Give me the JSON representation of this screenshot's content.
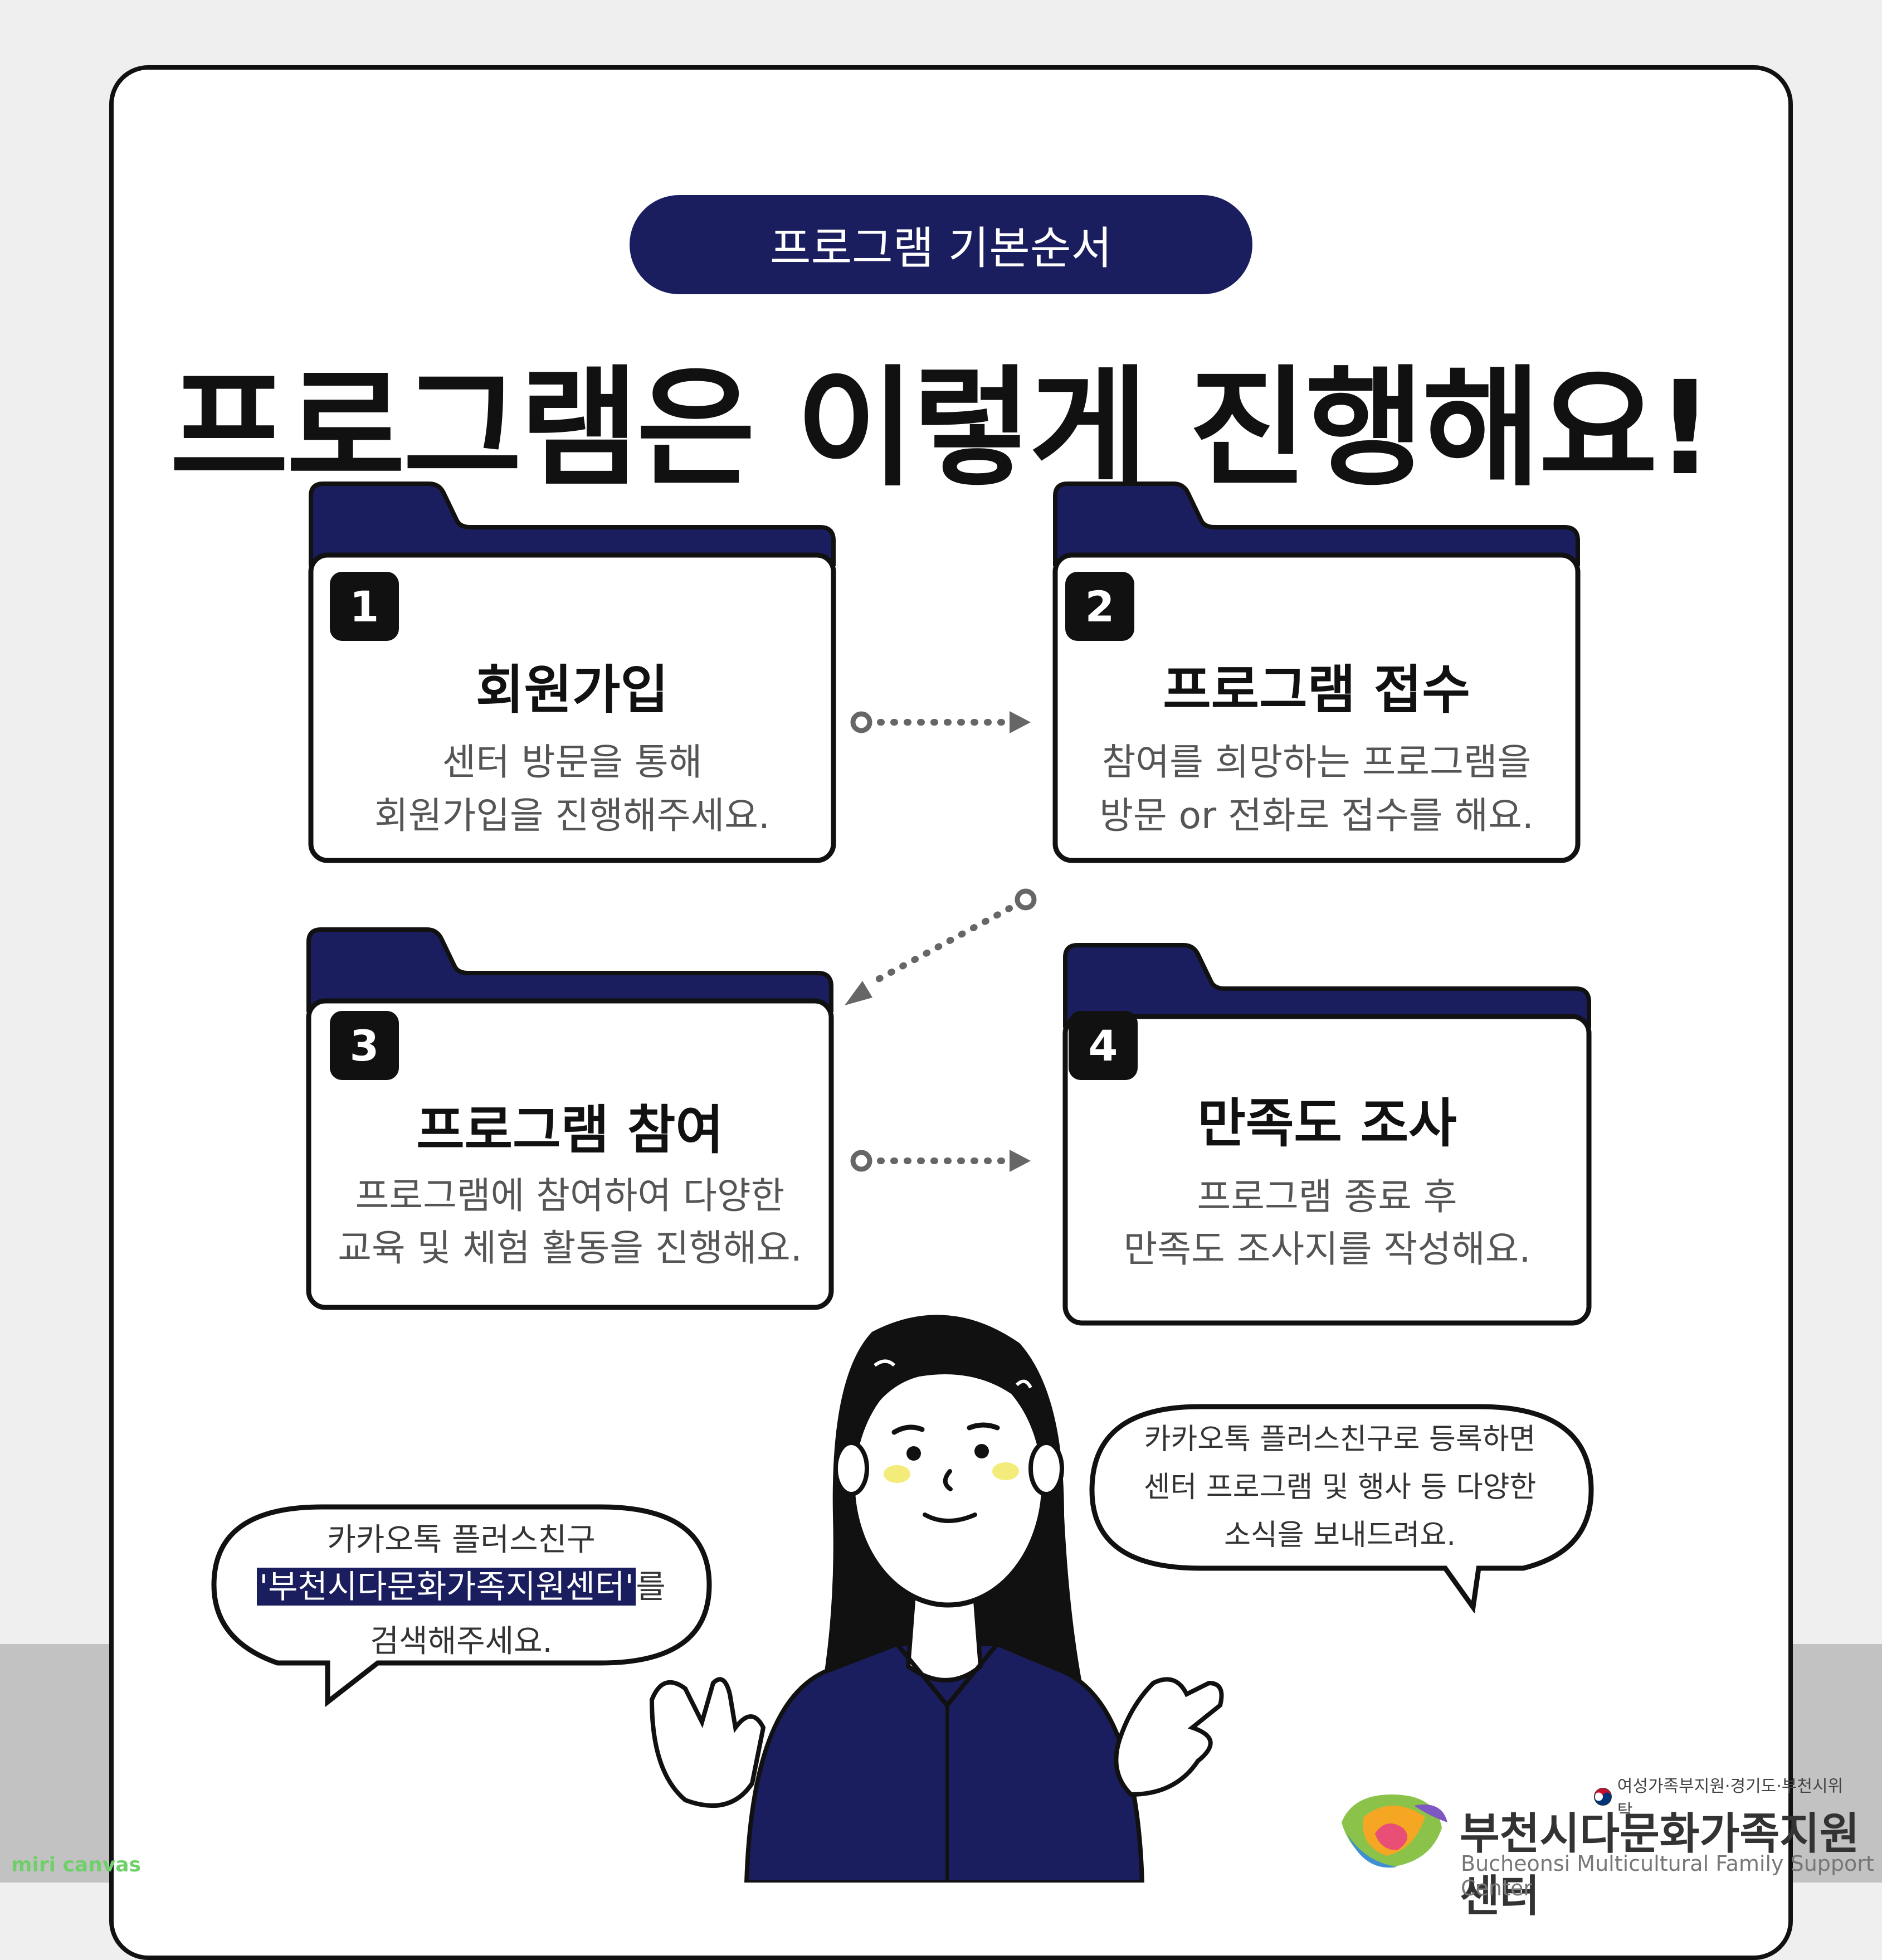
{
  "header": {
    "pill_label": "프로그램 기본순서",
    "main_title": "프로그램은 이렇게 진행해요!"
  },
  "steps": [
    {
      "number": "1",
      "title": "회원가입",
      "desc_line1": "센터 방문을 통해",
      "desc_line2": "회원가입을 진행해주세요."
    },
    {
      "number": "2",
      "title": "프로그램 접수",
      "desc_line1": "참여를 희망하는 프로그램을",
      "desc_line2": "방문 or 전화로 접수를 해요."
    },
    {
      "number": "3",
      "title": "프로그램 참여",
      "desc_line1": "프로그램에 참여하여 다양한",
      "desc_line2": "교육 및 체험 활동을 진행해요."
    },
    {
      "number": "4",
      "title": "만족도 조사",
      "desc_line1": "프로그램 종료 후",
      "desc_line2": "만족도 조사지를 작성해요."
    }
  ],
  "bubble_left": {
    "line1": "카카오톡 플러스친구",
    "highlight": "'부천시다문화가족지원센터'",
    "after_highlight": "를",
    "line3": "검색해주세요."
  },
  "bubble_right": {
    "line1": "카카오톡  플러스친구로  등록하면",
    "line2": "센터 프로그램 및 행사 등 다양한",
    "line3": "소식을 보내드려요."
  },
  "logo": {
    "sponsor": "여성가족부지원·경기도·부천시위탁",
    "name": "부천시다문화가족지원센터",
    "english": "Bucheonsi Multicultural Family Support Center"
  },
  "watermark": "miri canvas",
  "colors": {
    "navy": "#1b1e5e",
    "background": "#efeff0",
    "band": "#c2c2c2"
  }
}
